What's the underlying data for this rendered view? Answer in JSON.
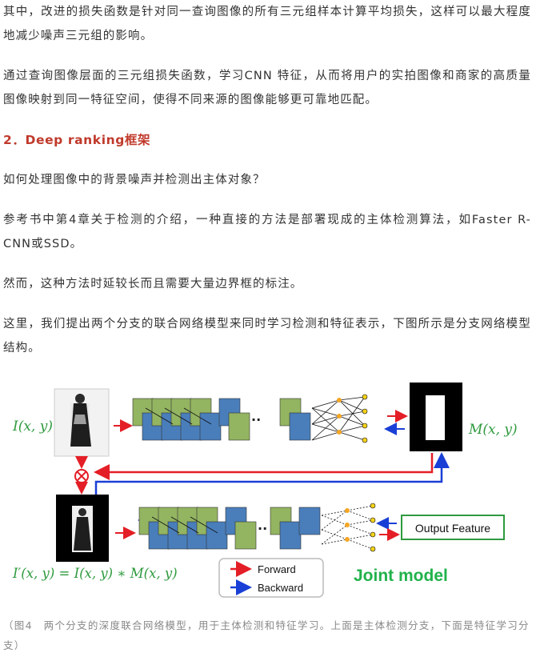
{
  "article": {
    "para1": "其中，改进的损失函数是针对同一查询图像的所有三元组样本计算平均损失，这样可以最大程度地减少噪声三元组的影响。",
    "para2": "通过查询图像层面的三元组损失函数，学习CNN 特征，从而将用户的实拍图像和商家的高质量图像映射到同一特征空间，使得不同来源的图像能够更可靠地匹配。",
    "heading": "2．Deep ranking框架",
    "para3": "如何处理图像中的背景噪声并检测出主体对象？",
    "para4": "参考书中第4章关于检测的介绍，一种直接的方法是部署现成的主体检测算法，如Faster R-CNN或SSD。",
    "para5": "然而，这种方法时延较长而且需要大量边界框的标注。",
    "para6": "这里，我们提出两个分支的联合网络模型来同时学习检测和特征表示，下图所示是分支网络模型结构。",
    "caption": "（图4　两个分支的深度联合网络模型，用于主体检测和特征学习。上面是主体检测分支，下面是特征学习分支）"
  },
  "figure": {
    "input_label": "I(x, y)",
    "mask_label": "M(x, y)",
    "masked_label": "I′(x, y) = I(x, y) ∗ M(x, y)",
    "output_label": "Output Feature",
    "legend_forward": "Forward",
    "legend_backward": "Backward",
    "joint_label": "Joint model",
    "multiply_symbol": "⊗",
    "ellipsis": "..",
    "colors": {
      "block_green": "#93b461",
      "block_blue": "#4a7ebb",
      "forward_arrow": "#e41e26",
      "backward_arrow": "#1a3fd6",
      "label_green": "#2e9a3e",
      "joint_green": "#21b24b",
      "node_yellow": "#f5d21a",
      "output_border": "#2e9a3e"
    }
  }
}
